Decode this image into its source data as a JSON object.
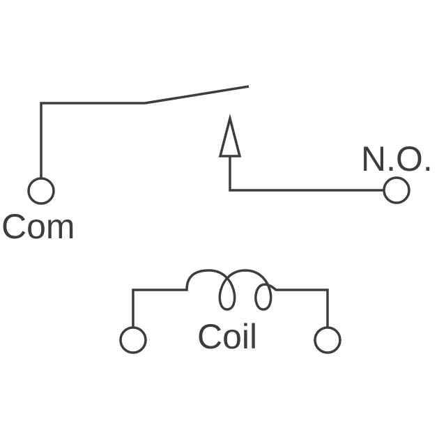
{
  "labels": {
    "common": "Com",
    "normally_open": "N.O.",
    "coil": "Coil"
  },
  "colors": {
    "stroke": "#3d3d3d",
    "background": "#ffffff"
  }
}
